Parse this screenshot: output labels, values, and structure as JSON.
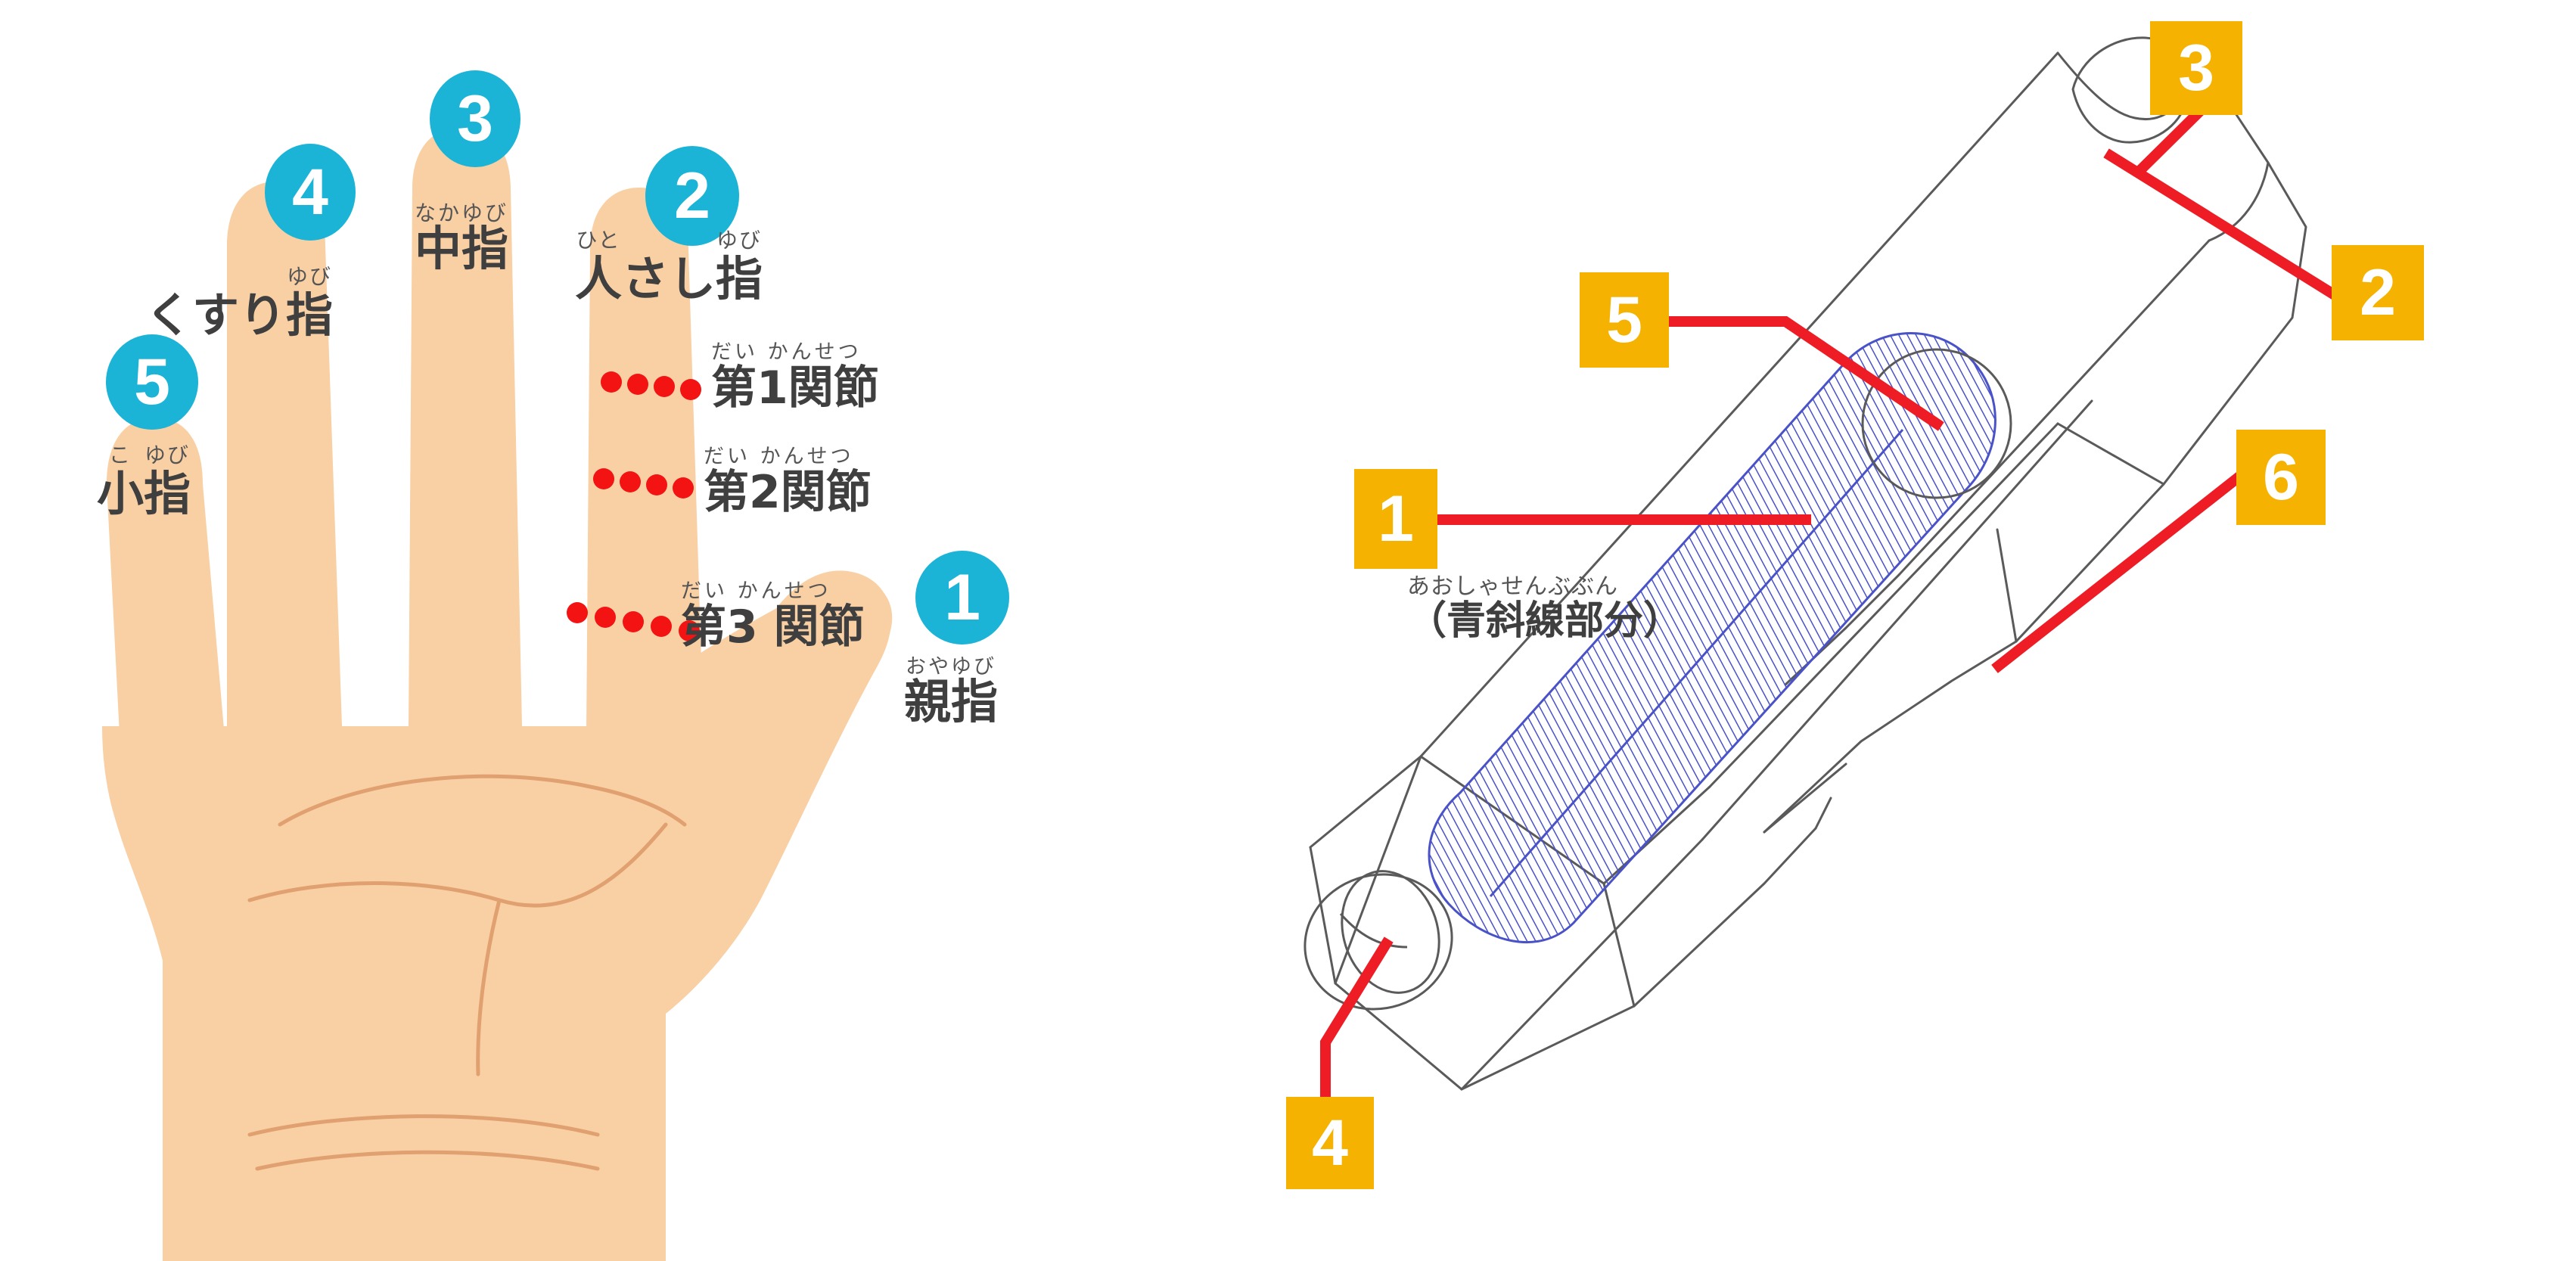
{
  "colors": {
    "accent_blue": "#1bb4d6",
    "amber": "#f5b200",
    "leader_red": "#ee1c25",
    "joint_dot_red": "#f41313",
    "skin": "#f9cfa4",
    "skin_line": "#e0a070",
    "hatch_blue": "#4a52c8",
    "outline_gray": "#5a5a5a",
    "text_gray": "#3f3f3f"
  },
  "hand_diagram": {
    "name": "hand-finger-name-diagram",
    "badges": [
      {
        "id": "hand-badge-1",
        "number": "1"
      },
      {
        "id": "hand-badge-2",
        "number": "2"
      },
      {
        "id": "hand-badge-3",
        "number": "3"
      },
      {
        "id": "hand-badge-4",
        "number": "4"
      },
      {
        "id": "hand-badge-5",
        "number": "5"
      }
    ],
    "fingers": [
      {
        "key": "thumb",
        "number": "1",
        "ruby": "おやゆび",
        "name": "親指"
      },
      {
        "key": "index",
        "number": "2",
        "ruby_part": "ひと",
        "ruby_part2": "ゆび",
        "mid": "さし",
        "name": "人さし指",
        "c1": "人",
        "c2": "さし",
        "c3": "指"
      },
      {
        "key": "middle",
        "number": "3",
        "ruby": "なかゆび",
        "name": "中指"
      },
      {
        "key": "ring",
        "number": "4",
        "ruby": "ゆび",
        "name": "くすり指",
        "stem": "くすり",
        "tail": "指"
      },
      {
        "key": "little",
        "number": "5",
        "ruby_a": "こ",
        "ruby_b": "ゆび",
        "name": "小指",
        "c1": "小",
        "c2": "指"
      }
    ],
    "joints": [
      {
        "key": "joint-1",
        "ruby": "だい かんせつ",
        "label": "第1関節"
      },
      {
        "key": "joint-2",
        "ruby": "だい かんせつ",
        "label": "第2関節"
      },
      {
        "key": "joint-3",
        "ruby": "だい かんせつ",
        "label": "第3 関節"
      }
    ]
  },
  "clipper_diagram": {
    "name": "nail-clipper-parts-diagram",
    "badges": [
      {
        "id": "clipper-badge-1",
        "number": "1"
      },
      {
        "id": "clipper-badge-2",
        "number": "2"
      },
      {
        "id": "clipper-badge-3",
        "number": "3"
      },
      {
        "id": "clipper-badge-4",
        "number": "4"
      },
      {
        "id": "clipper-badge-5",
        "number": "5"
      },
      {
        "id": "clipper-badge-6",
        "number": "6"
      }
    ],
    "caption": {
      "ruby": "あおしゃせんぶぶん",
      "base": "（青斜線部分）"
    }
  }
}
